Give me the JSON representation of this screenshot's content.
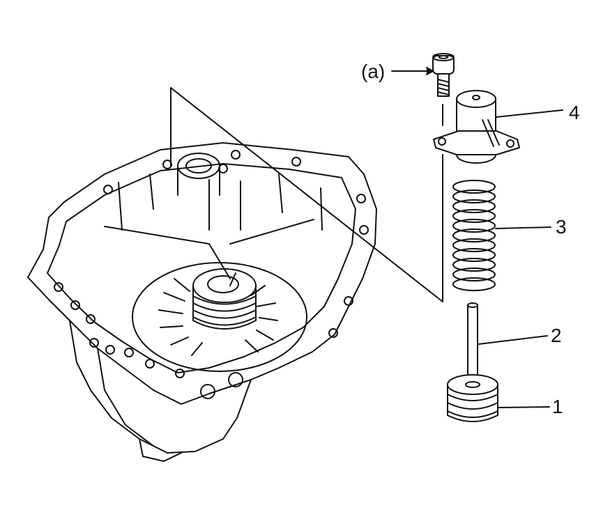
{
  "callouts": {
    "bolt": "(a)",
    "part_1": "1",
    "part_2": "2",
    "part_3": "3",
    "part_4": "4"
  },
  "colors": {
    "line": "#111111",
    "background": "#ffffff",
    "shade": "#dddddd"
  }
}
